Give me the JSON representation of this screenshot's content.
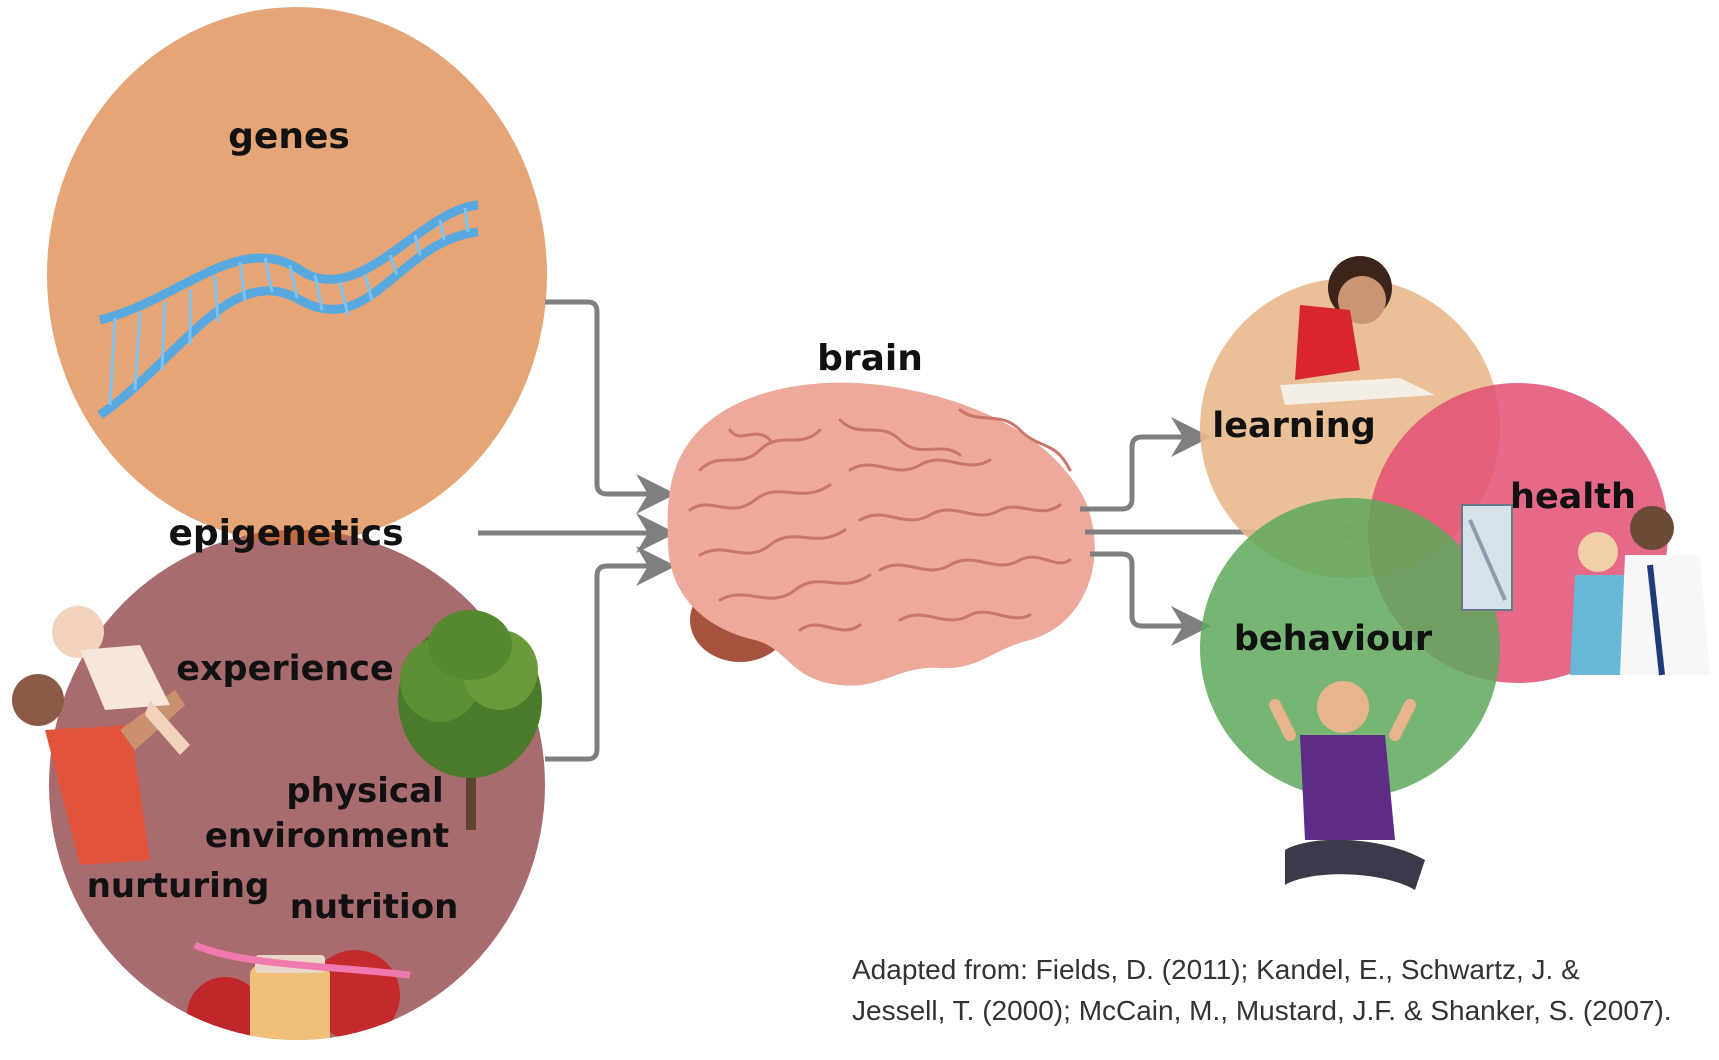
{
  "labels": {
    "genes": "genes",
    "epigenetics": "epigenetics",
    "experience": "experience",
    "physical_line1": "physical",
    "physical_line2": "environment",
    "nurturing": "nurturing",
    "nutrition": "nutrition",
    "brain": "brain",
    "learning": "learning",
    "health": "health",
    "behaviour": "behaviour"
  },
  "citation": {
    "line1": "Adapted from: Fields, D. (2011); Kandel, E., Schwartz, J. &",
    "line2": "Jessell, T. (2000); McCain, M., Mustard, J.F. & Shanker, S. (2007)."
  },
  "colors": {
    "genes_circle": "#e5a577",
    "environment_circle": "#a86c6e",
    "epigenetics_overlap": "#c4683d",
    "learning_circle": "#e9b98c",
    "health_circle": "#e24f72",
    "behaviour_circle": "#5ea85a",
    "arrows": "#7f7f7f"
  },
  "icons": [
    "dna-helix-icon",
    "brain-icon",
    "father-baby-photo",
    "tree-photo",
    "baby-food-apples-photo",
    "girl-reading-photo",
    "doctors-xray-photo",
    "boy-sitting-photo"
  ]
}
